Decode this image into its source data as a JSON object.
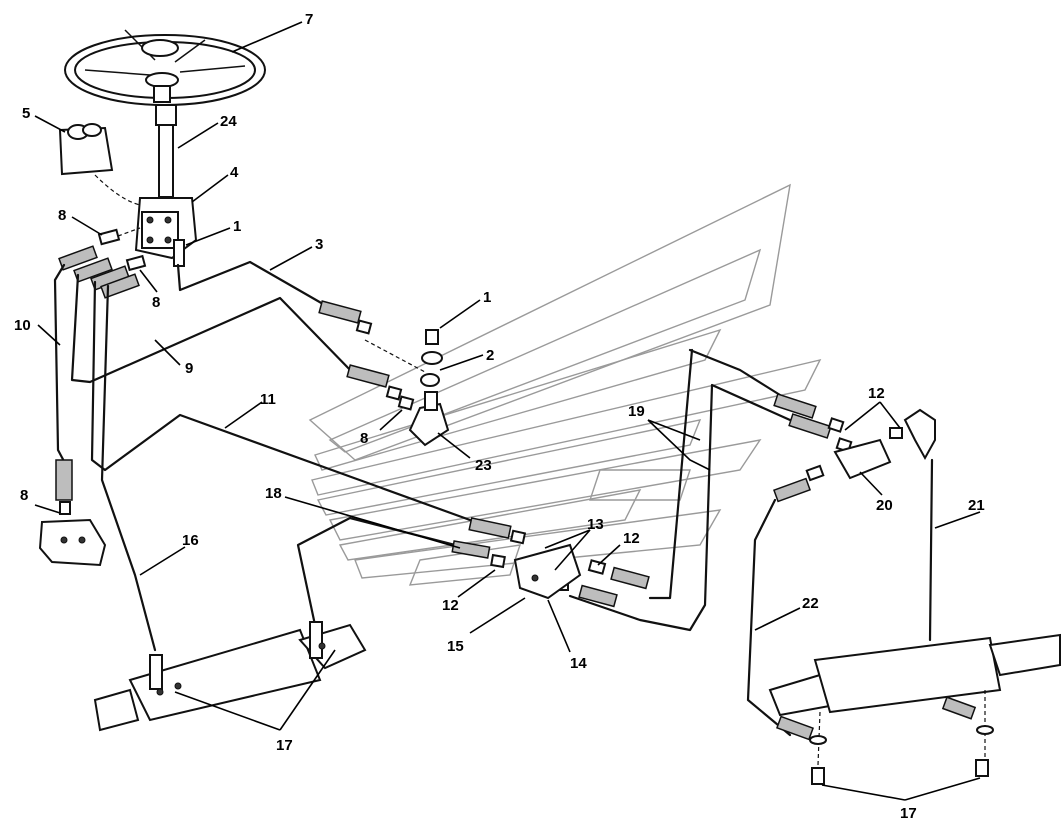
{
  "callouts": [
    {
      "id": "c7",
      "text": "7"
    },
    {
      "id": "c24",
      "text": "24"
    },
    {
      "id": "c5",
      "text": "5"
    },
    {
      "id": "c4",
      "text": "4"
    },
    {
      "id": "c8a",
      "text": "8"
    },
    {
      "id": "c1a",
      "text": "1"
    },
    {
      "id": "c3",
      "text": "3"
    },
    {
      "id": "c8b",
      "text": "8"
    },
    {
      "id": "c10",
      "text": "10"
    },
    {
      "id": "c9",
      "text": "9"
    },
    {
      "id": "c1b",
      "text": "1"
    },
    {
      "id": "c2",
      "text": "2"
    },
    {
      "id": "c11",
      "text": "11"
    },
    {
      "id": "c8c",
      "text": "8"
    },
    {
      "id": "c23",
      "text": "23"
    },
    {
      "id": "c19",
      "text": "19"
    },
    {
      "id": "c12a",
      "text": "12"
    },
    {
      "id": "c20",
      "text": "20"
    },
    {
      "id": "c8d",
      "text": "8"
    },
    {
      "id": "c18",
      "text": "18"
    },
    {
      "id": "c13",
      "text": "13"
    },
    {
      "id": "c12b",
      "text": "12"
    },
    {
      "id": "c21",
      "text": "21"
    },
    {
      "id": "c16",
      "text": "16"
    },
    {
      "id": "c12c",
      "text": "12"
    },
    {
      "id": "c22",
      "text": "22"
    },
    {
      "id": "c15",
      "text": "15"
    },
    {
      "id": "c14",
      "text": "14"
    },
    {
      "id": "c17a",
      "text": "17"
    },
    {
      "id": "c17b",
      "text": "17"
    }
  ]
}
